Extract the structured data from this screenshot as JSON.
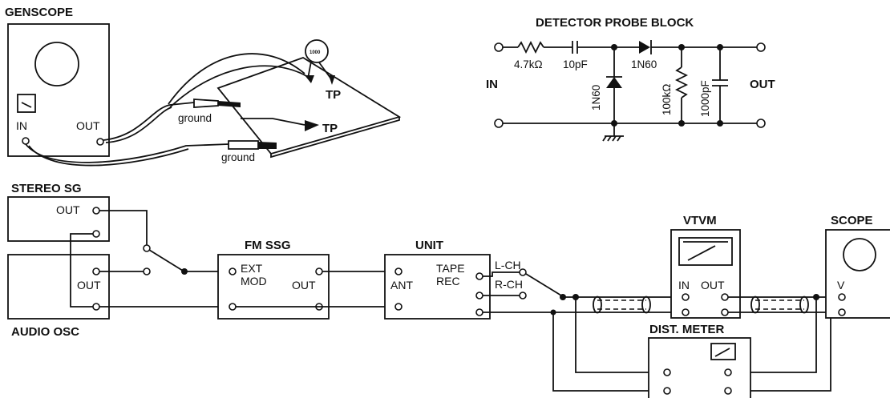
{
  "genscope": {
    "title": "GENSCOPE",
    "in_label": "IN",
    "out_label": "OUT",
    "tp_label": "TP",
    "ground_label": "ground"
  },
  "probe": {
    "title": "DETECTOR PROBE BLOCK",
    "in_label": "IN",
    "out_label": "OUT",
    "r1": "4.7kΩ",
    "c1": "10pF",
    "d1": "1N60",
    "d2": "1N60",
    "r2": "100kΩ",
    "c2": "1000pF"
  },
  "stereo_sg": {
    "title": "STEREO SG",
    "out_label": "OUT"
  },
  "audio_osc": {
    "title": "AUDIO OSC",
    "out_label": "OUT"
  },
  "fm_ssg": {
    "title": "FM SSG",
    "ext_label": "EXT",
    "mod_label": "MOD",
    "out_label": "OUT"
  },
  "unit": {
    "title": "UNIT",
    "ant_label": "ANT",
    "tape_label": "TAPE",
    "rec_label": "REC",
    "lch_label": "L-CH",
    "rch_label": "R-CH"
  },
  "vtvm": {
    "title": "VTVM",
    "in_label": "IN",
    "out_label": "OUT"
  },
  "scope": {
    "title": "SCOPE",
    "v_label": "V"
  },
  "dist_meter": {
    "title": "DIST. METER"
  }
}
